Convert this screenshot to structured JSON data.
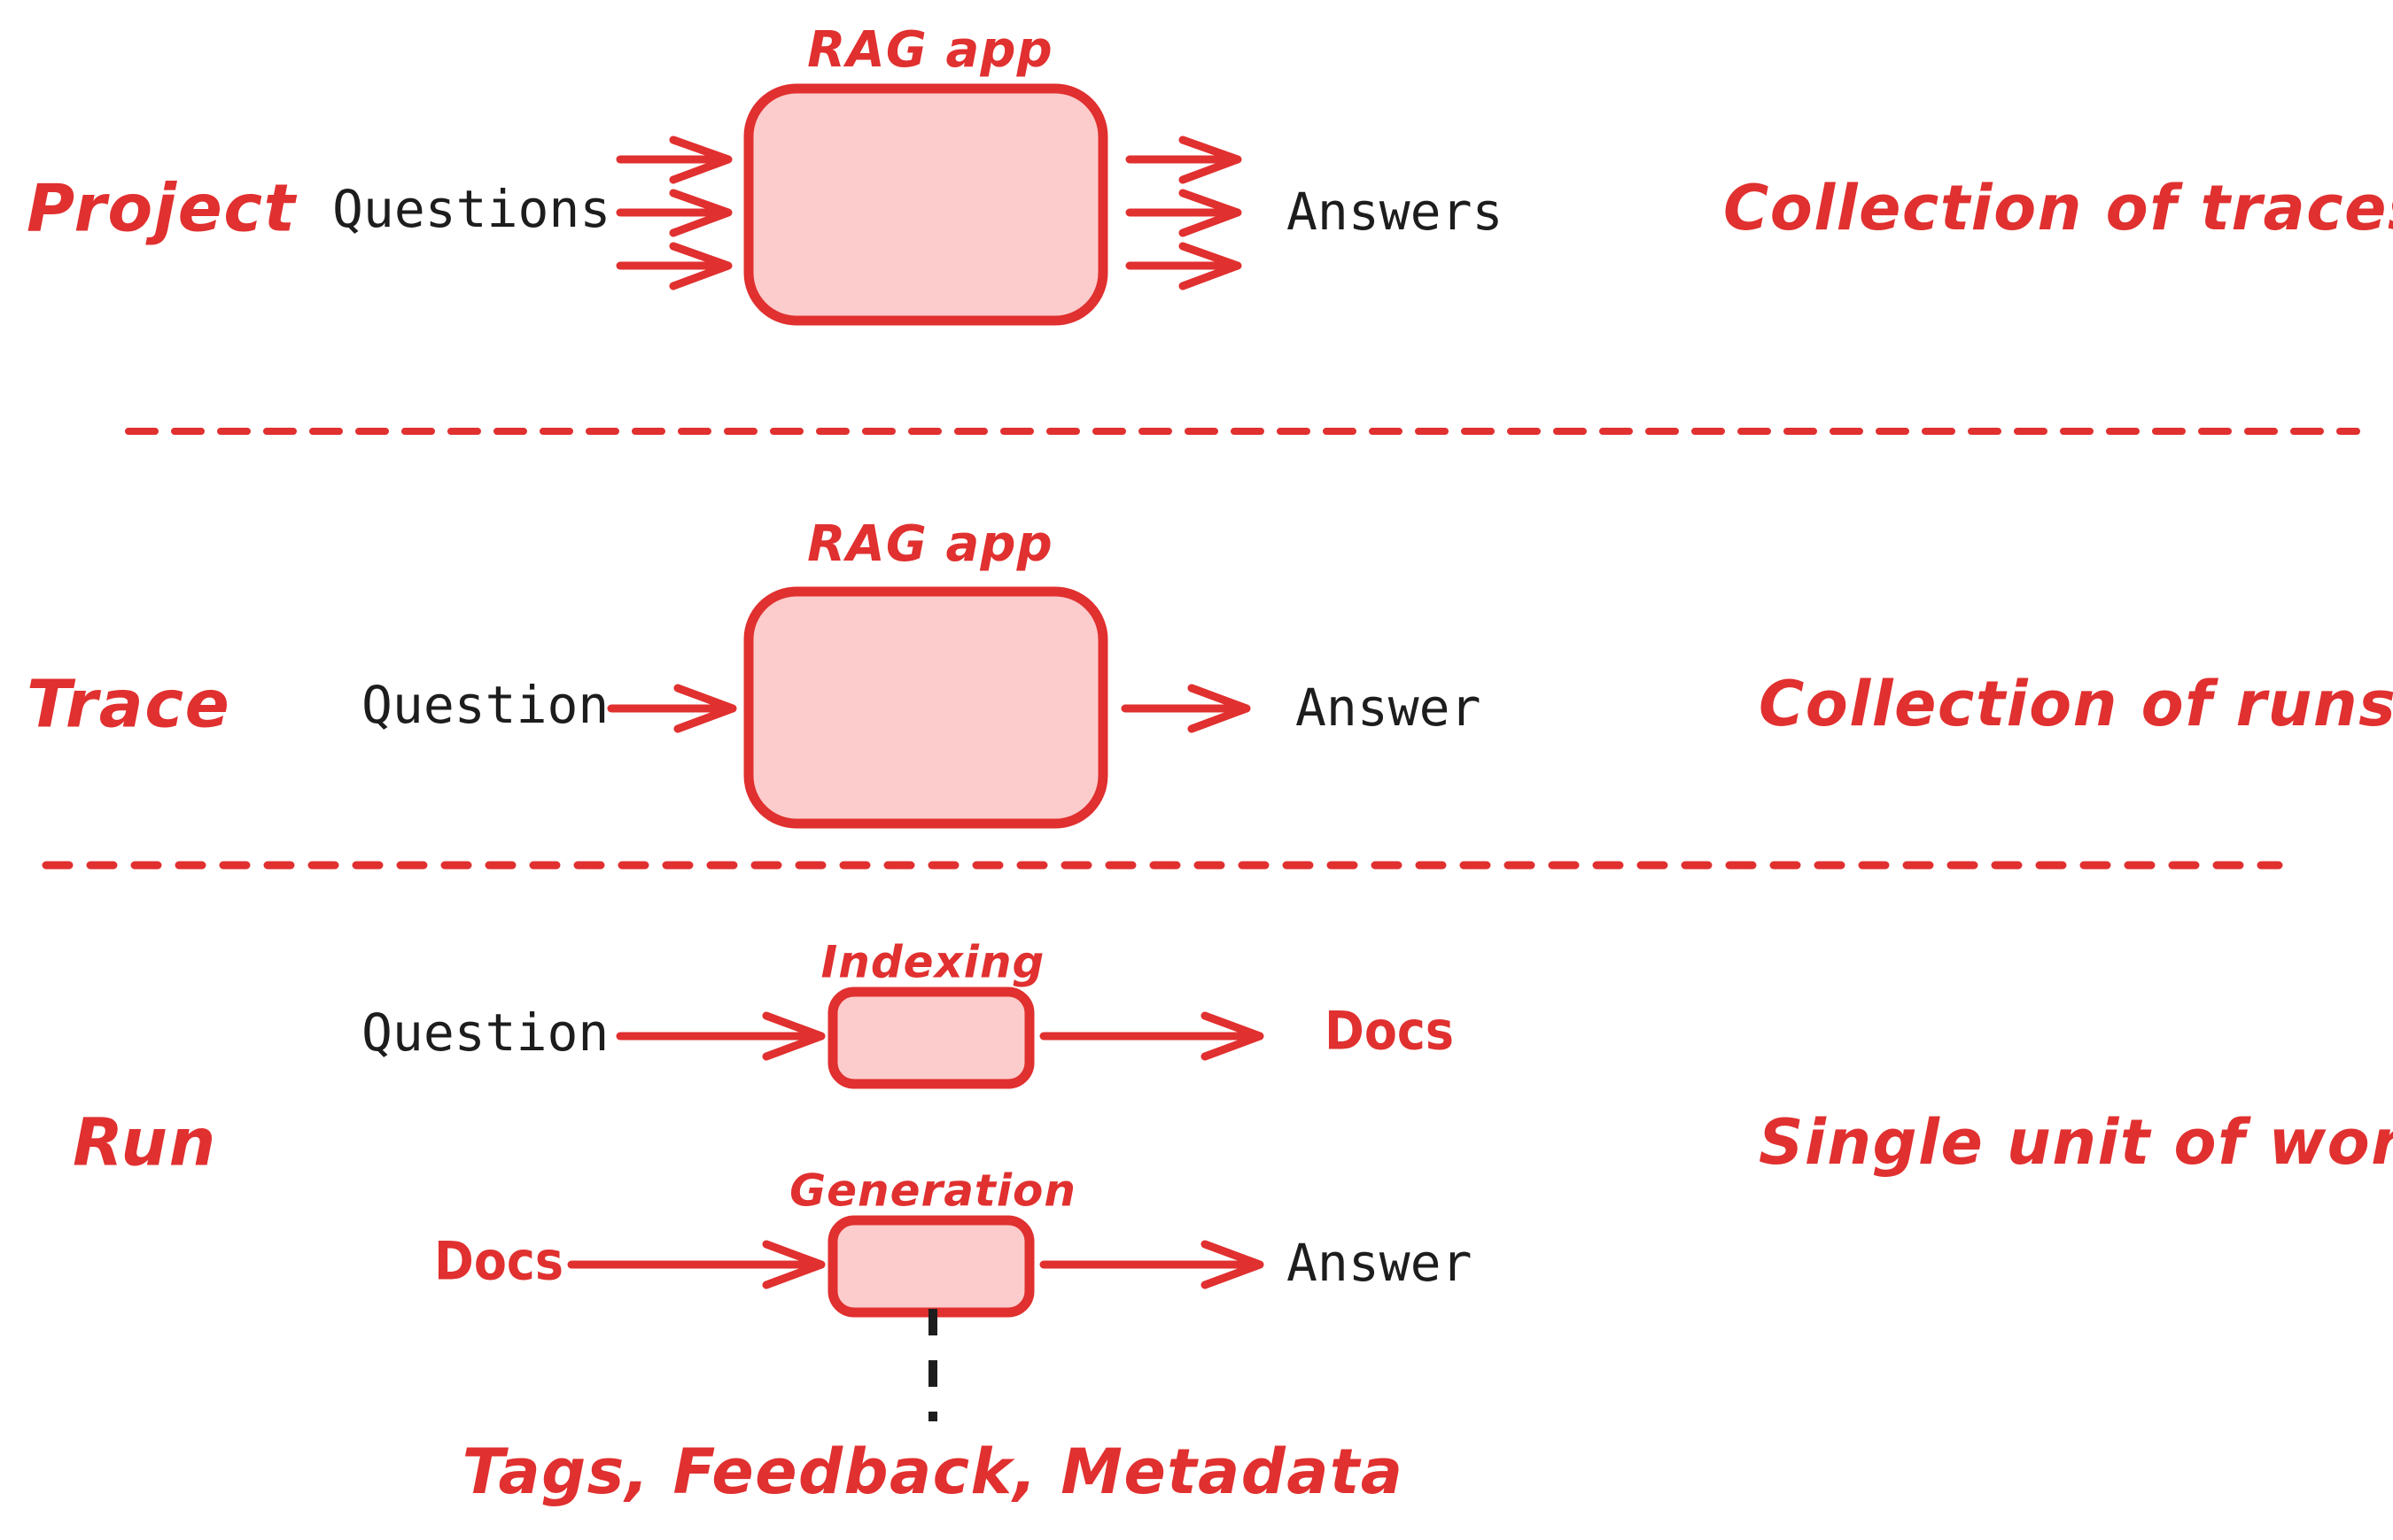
{
  "theme": {
    "background": "#ffffff",
    "accent_red": "#e0302f",
    "box_fill": "#fccbcb",
    "box_stroke": "#e0302f",
    "black_text": "#1d1d1d",
    "dash_black": "#1d1d1d"
  },
  "sections": [
    {
      "id": "project",
      "level_label": "Project",
      "description": "Collection of traces",
      "box_label": "RAG app",
      "input_label": "Questions",
      "output_label": "Answers",
      "input_arrow_count": 3,
      "output_arrow_count": 3
    },
    {
      "id": "trace",
      "level_label": "Trace",
      "description": "Collection of runs",
      "box_label": "RAG app",
      "input_label": "Question",
      "output_label": "Answer",
      "input_arrow_count": 1,
      "output_arrow_count": 1
    },
    {
      "id": "run",
      "level_label": "Run",
      "description": "Single unit of work",
      "steps": [
        {
          "id": "indexing",
          "box_label": "Indexing",
          "input_label": "Question",
          "input_color": "black",
          "output_label": "Docs",
          "output_color": "red"
        },
        {
          "id": "generation",
          "box_label": "Generation",
          "input_label": "Docs",
          "input_color": "red",
          "output_label": "Answer",
          "output_color": "black"
        }
      ],
      "attachment_label": "Tags, Feedback, Metadata"
    }
  ],
  "separators": [
    {
      "id": "project-trace-divider",
      "style": "dashed",
      "color": "#e0302f"
    },
    {
      "id": "trace-run-divider",
      "style": "dashed",
      "color": "#e0302f"
    }
  ]
}
